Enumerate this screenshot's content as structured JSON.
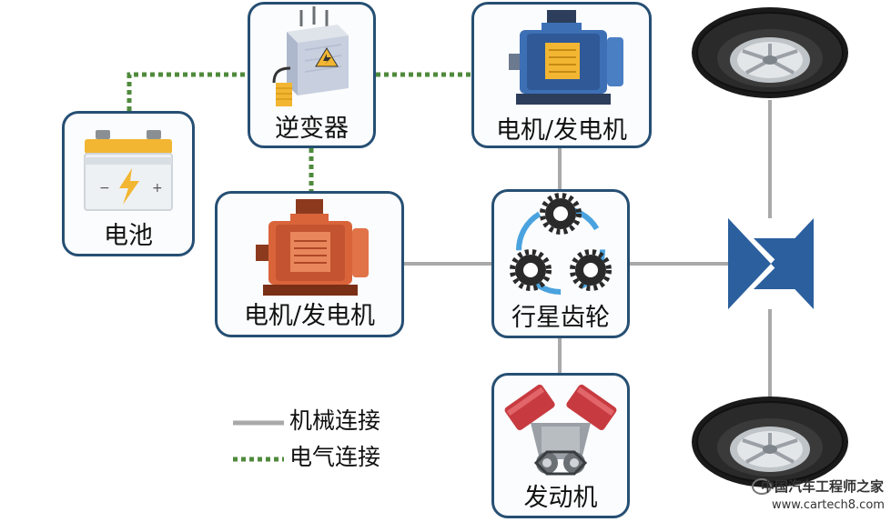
{
  "nodes": {
    "battery": {
      "label": "电池"
    },
    "inverter": {
      "label": "逆变器"
    },
    "motor_top": {
      "label": "电机/发电机"
    },
    "motor_left": {
      "label": "电机/发电机"
    },
    "planetary": {
      "label": "行星齿轮"
    },
    "engine": {
      "label": "发动机"
    }
  },
  "legend": {
    "mechanical": "机械连接",
    "electrical": "电气连接"
  },
  "watermark": {
    "text": "中国汽车工程师之家",
    "url": "www.cartech8.com"
  },
  "colors": {
    "box_border": "#264f73",
    "mechanical_line": "#a9a9a9",
    "electrical_line": "#4f8a3c",
    "differential": "#2b5f9e",
    "motor_blue": "#3d6fb5",
    "motor_orange": "#d9643a",
    "gear_ring": "#4aa3df",
    "engine_red": "#c73b40"
  }
}
